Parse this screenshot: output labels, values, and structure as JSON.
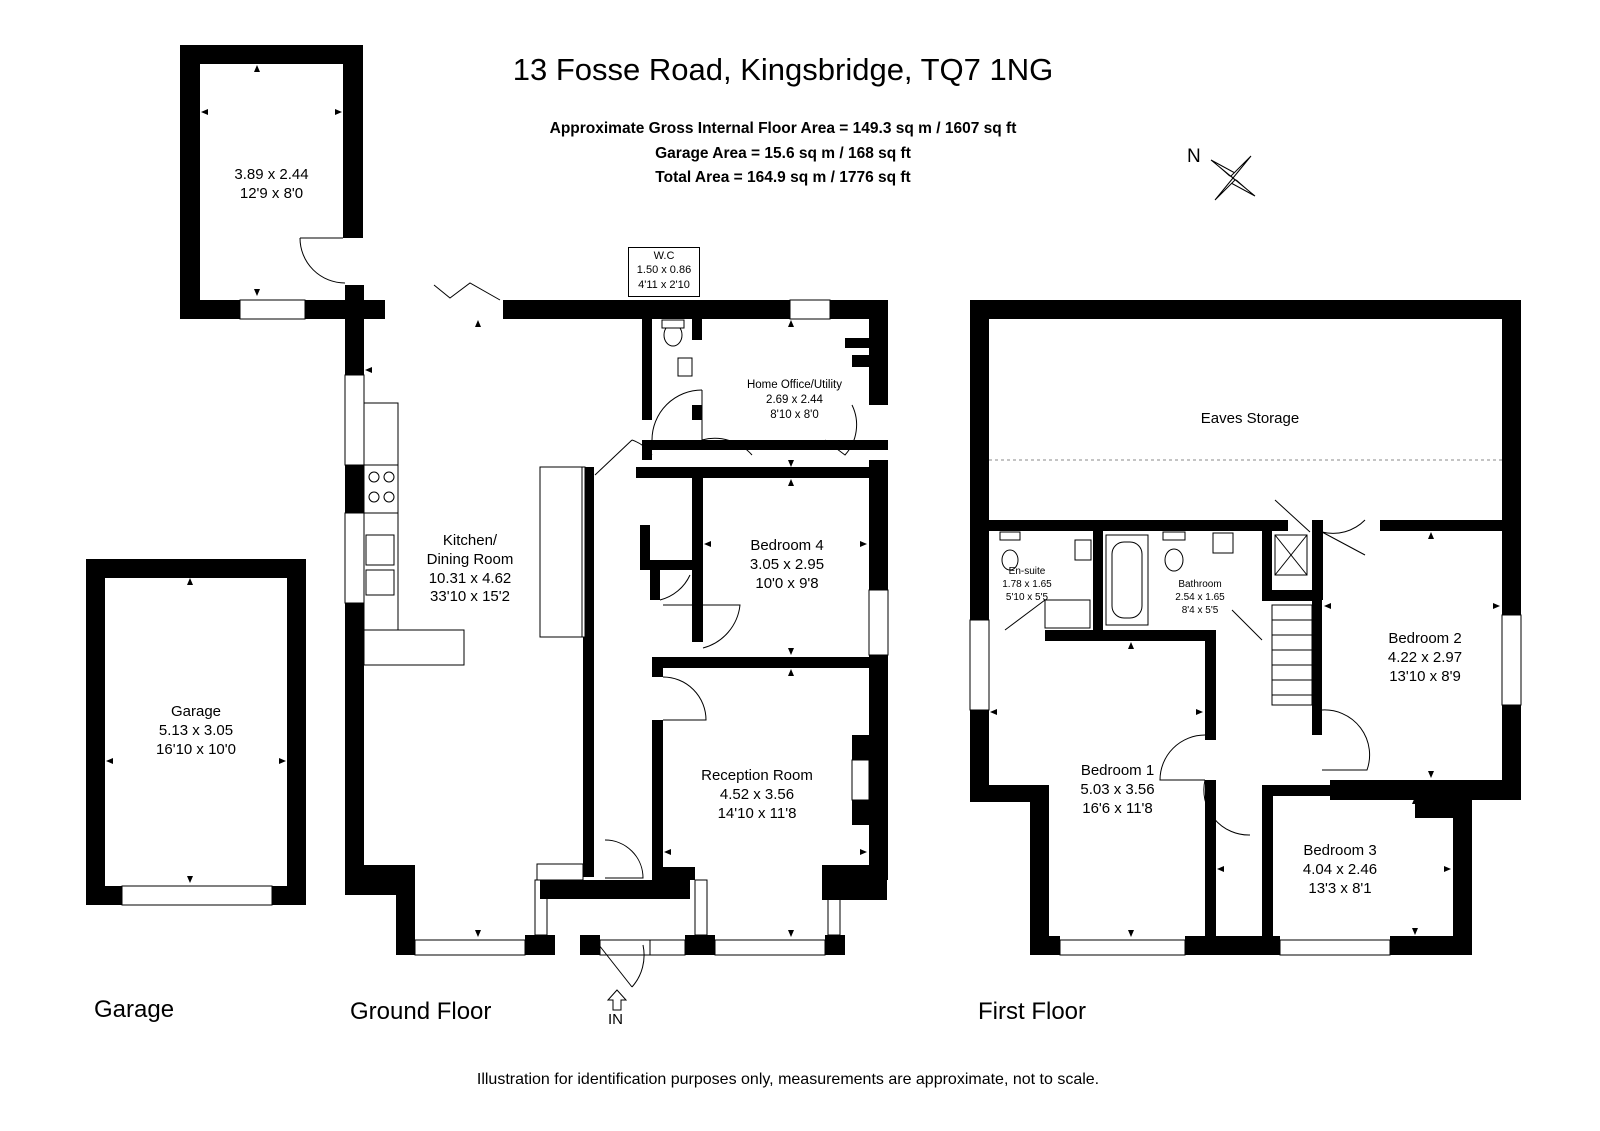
{
  "header": {
    "title": "13 Fosse Road, Kingsbridge, TQ7 1NG",
    "area_lines": [
      "Approximate Gross Internal Floor Area  = 149.3 sq m  / 1607 sq ft",
      "Garage Area = 15.6 sq m  / 168 sq ft",
      "Total Area = 164.9 sq m  / 1776 sq ft"
    ]
  },
  "compass": {
    "label": "N"
  },
  "floors": {
    "garage": "Garage",
    "ground": "Ground Floor",
    "first": "First Floor"
  },
  "entrance": {
    "label": "IN"
  },
  "rooms": {
    "outbuilding": {
      "name": "",
      "metric": "3.89 x 2.44",
      "imperial": "12'9 x 8'0"
    },
    "garage": {
      "name": "Garage",
      "metric": "5.13 x 3.05",
      "imperial": "16'10 x 10'0"
    },
    "wc": {
      "name": "W.C",
      "metric": "1.50 x 0.86",
      "imperial": "4'11 x 2'10"
    },
    "home_office": {
      "name": "Home Office/Utility",
      "metric": "2.69 x 2.44",
      "imperial": "8'10 x 8'0"
    },
    "kitchen": {
      "name_line1": "Kitchen/",
      "name_line2": "Dining Room",
      "metric": "10.31 x 4.62",
      "imperial": "33'10 x 15'2"
    },
    "bedroom4": {
      "name": "Bedroom 4",
      "metric": "3.05 x 2.95",
      "imperial": "10'0 x 9'8"
    },
    "reception": {
      "name": "Reception Room",
      "metric": "4.52 x 3.56",
      "imperial": "14'10 x 11'8"
    },
    "eaves": {
      "name": "Eaves Storage"
    },
    "ensuite": {
      "name": "En-suite",
      "metric": "1.78 x 1.65",
      "imperial": "5'10 x 5'5"
    },
    "bathroom": {
      "name": "Bathroom",
      "metric": "2.54 x 1.65",
      "imperial": "8'4 x 5'5"
    },
    "bedroom2": {
      "name": "Bedroom 2",
      "metric": "4.22 x 2.97",
      "imperial": "13'10 x 8'9"
    },
    "bedroom1": {
      "name": "Bedroom 1",
      "metric": "5.03 x 3.56",
      "imperial": "16'6 x 11'8"
    },
    "bedroom3": {
      "name": "Bedroom 3",
      "metric": "4.04 x 2.46",
      "imperial": "13'3 x 8'1"
    }
  },
  "footer": {
    "disclaimer": "Illustration for identification purposes only, measurements are approximate, not to scale."
  }
}
